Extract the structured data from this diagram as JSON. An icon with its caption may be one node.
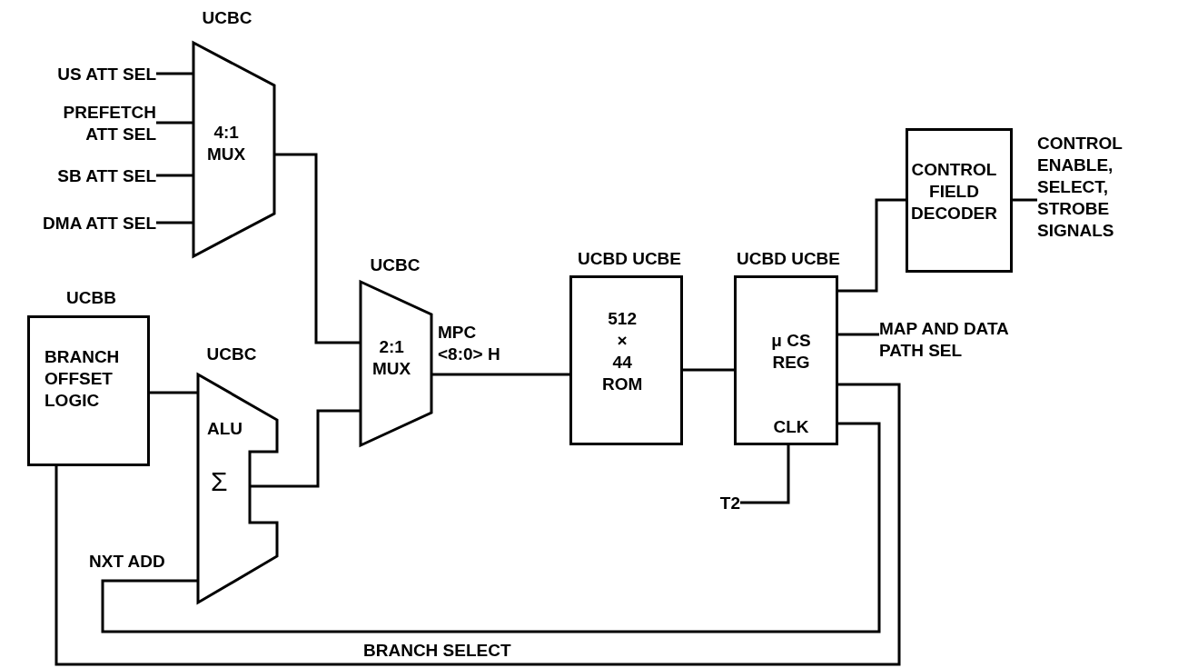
{
  "diagram": {
    "nodes": [
      {
        "text": [
          "US ATT SEL"
        ]
      },
      {
        "text": [
          "PREFETCH ATT SEL"
        ]
      },
      {
        "text": [
          "SB ATT SEL"
        ]
      },
      {
        "text": [
          "DMA ATT SEL"
        ]
      },
      {
        "text": [
          "UCBC",
          "4:1 MUX"
        ]
      },
      {
        "text": [
          "UCBB",
          "BRANCH OFFSET LOGIC"
        ]
      },
      {
        "text": [
          "UCBC",
          "ALU",
          "Σ"
        ]
      },
      {
        "text": [
          "UCBC",
          "2:1 MUX"
        ]
      },
      {
        "text": [
          "UCBD UCBE",
          "512 × 44 ROM"
        ]
      },
      {
        "text": [
          "UCBD UCBE",
          "μ CS REG",
          "CLK"
        ]
      },
      {
        "text": [
          "T2"
        ]
      },
      {
        "text": [
          "CONTROL FIELD DECODER"
        ]
      },
      {
        "text": [
          "CONTROL ENABLE, SELECT, STROBE SIGNALS"
        ]
      },
      {
        "text": [
          "MAP AND DATA PATH SEL"
        ]
      }
    ],
    "edges": [
      {
        "from": 0,
        "to": 4,
        "arrow": "none"
      },
      {
        "from": 1,
        "to": 4,
        "arrow": "none"
      },
      {
        "from": 2,
        "to": 4,
        "arrow": "none"
      },
      {
        "from": 3,
        "to": 4,
        "arrow": "none"
      },
      {
        "from": 4,
        "to": 7,
        "arrow": "none"
      },
      {
        "from": 5,
        "to": 6,
        "arrow": "none"
      },
      {
        "from": 6,
        "to": 7,
        "arrow": "none"
      },
      {
        "from": 7,
        "to": 8,
        "arrow": "none",
        "label": "MPC <8:0> H"
      },
      {
        "from": 8,
        "to": 9,
        "arrow": "none"
      },
      {
        "from": 9,
        "to": 11,
        "arrow": "none"
      },
      {
        "from": 9,
        "to": 13,
        "arrow": "none"
      },
      {
        "from": 10,
        "to": 9,
        "arrow": "none"
      },
      {
        "from": 11,
        "to": 12,
        "arrow": "none"
      },
      {
        "from": 9,
        "to": 6,
        "arrow": "none",
        "label": "NXT ADD"
      },
      {
        "from": 5,
        "to": 9,
        "arrow": "none",
        "label": "BRANCH SELECT"
      }
    ]
  }
}
